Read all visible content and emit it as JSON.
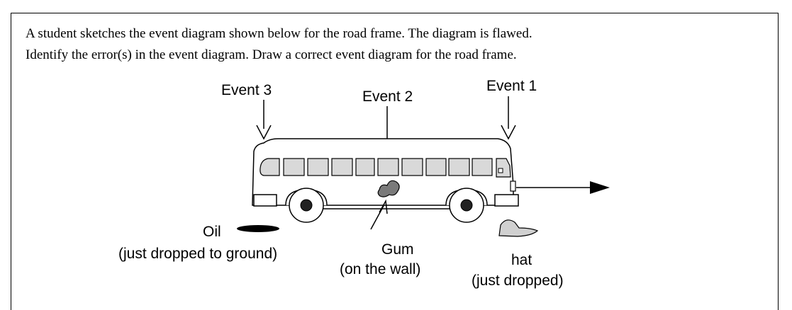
{
  "prompt": {
    "line1": "A student sketches the event diagram shown below for the road frame.  The diagram is flawed.",
    "line2": "Identify the error(s) in the event diagram. Draw a correct event diagram for the road frame."
  },
  "events": {
    "event3": "Event 3",
    "event2": "Event 2",
    "event1": "Event 1"
  },
  "labels": {
    "oil": "Oil",
    "oil_note": "(just dropped to ground)",
    "gum": "Gum",
    "gum_note": "(on the wall)",
    "hat": "hat",
    "hat_note": "(just dropped)"
  },
  "colors": {
    "window_fill": "#d9d9d9",
    "gum_fill": "#7a7a7a",
    "hat_fill": "#d0d0d0"
  }
}
